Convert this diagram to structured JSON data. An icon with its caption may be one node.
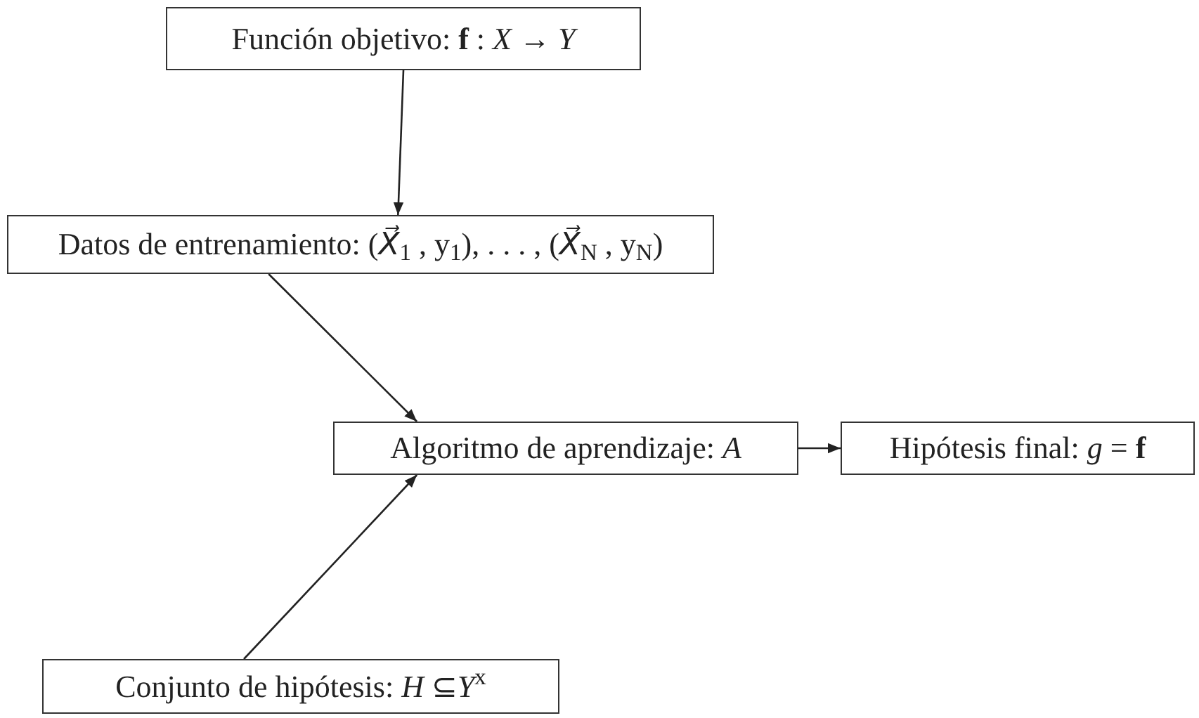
{
  "diagram": {
    "nodes": [
      {
        "text": [
          "Función objetivo: **f** : *X* → *Y*"
        ]
      },
      {
        "text": [
          "Datos de entrenamiento: (*X⃗*$_{1}$ , y$_{1}$), . . . , (*X⃗*$_{N}$ , y$_{N}$)"
        ]
      },
      {
        "text": [
          "Algoritmo de aprendizaje: *A*"
        ]
      },
      {
        "text": [
          "Hipótesis final: *g* = **f**"
        ]
      },
      {
        "text": [
          "Conjunto de hipótesis: *H* ⊆*Y*$^{x}$"
        ]
      }
    ],
    "edges": [
      {
        "from": 0,
        "to": 1,
        "arrow": "to"
      },
      {
        "from": 1,
        "to": 2,
        "arrow": "to"
      },
      {
        "from": 4,
        "to": 2,
        "arrow": "to"
      },
      {
        "from": 2,
        "to": 3,
        "arrow": "to"
      }
    ]
  }
}
